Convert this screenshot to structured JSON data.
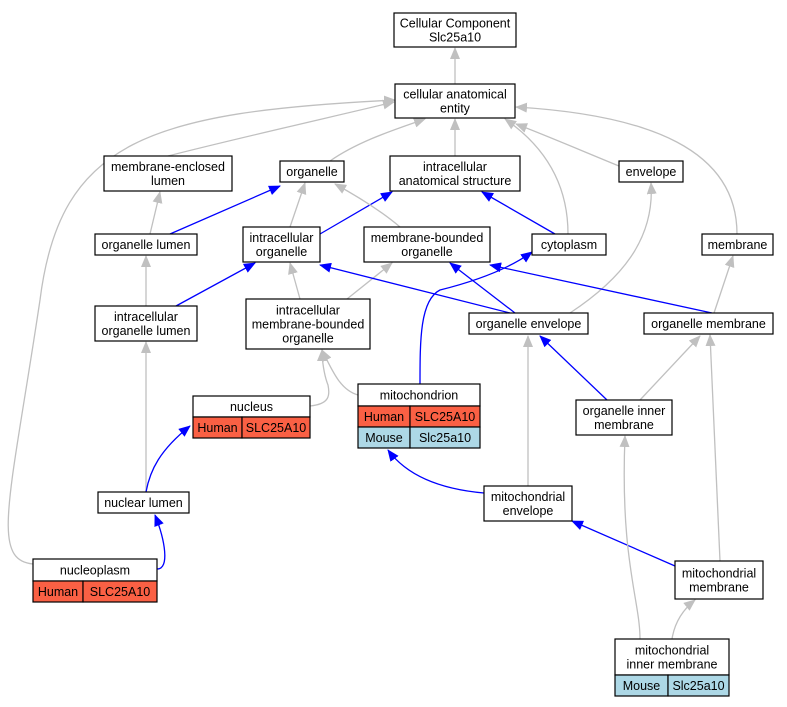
{
  "colors": {
    "is_a_edge": "#c0c0c0",
    "part_of_edge": "#0000ff",
    "human": "#fa6044",
    "mouse": "#add8e6"
  },
  "nodes": {
    "root": [
      "Cellular Component",
      "Slc25a10"
    ],
    "cae": [
      "cellular anatomical",
      "entity"
    ],
    "mel": [
      "membrane-enclosed",
      "lumen"
    ],
    "organelle": [
      "organelle"
    ],
    "ias": [
      "intracellular",
      "anatomical structure"
    ],
    "envelope": [
      "envelope"
    ],
    "ol": [
      "organelle lumen"
    ],
    "io": [
      "intracellular",
      "organelle"
    ],
    "mbo": [
      "membrane-bounded",
      "organelle"
    ],
    "cytoplasm": [
      "cytoplasm"
    ],
    "membrane": [
      "membrane"
    ],
    "iol": [
      "intracellular",
      "organelle lumen"
    ],
    "imbo": [
      "intracellular",
      "membrane-bounded",
      "organelle"
    ],
    "oe": [
      "organelle envelope"
    ],
    "om": [
      "organelle membrane"
    ],
    "nucleus": [
      "nucleus"
    ],
    "mito": [
      "mitochondrion"
    ],
    "oim": [
      "organelle inner",
      "membrane"
    ],
    "nl": [
      "nuclear lumen"
    ],
    "me": [
      "mitochondrial",
      "envelope"
    ],
    "np": [
      "nucleoplasm"
    ],
    "mm": [
      "mitochondrial",
      "membrane"
    ],
    "mim": [
      "mitochondrial",
      "inner membrane"
    ]
  },
  "annotations": {
    "nucleus": [
      {
        "species": "Human",
        "gene": "SLC25A10"
      }
    ],
    "mito": [
      {
        "species": "Human",
        "gene": "SLC25A10"
      },
      {
        "species": "Mouse",
        "gene": "Slc25a10"
      }
    ],
    "np": [
      {
        "species": "Human",
        "gene": "SLC25A10"
      }
    ],
    "mim": [
      {
        "species": "Mouse",
        "gene": "Slc25a10"
      }
    ]
  },
  "edges": [
    {
      "from": "cae",
      "to": "root",
      "type": "is_a"
    },
    {
      "from": "mel",
      "to": "cae",
      "type": "is_a"
    },
    {
      "from": "organelle",
      "to": "cae",
      "type": "is_a"
    },
    {
      "from": "ias",
      "to": "cae",
      "type": "is_a"
    },
    {
      "from": "envelope",
      "to": "cae",
      "type": "is_a"
    },
    {
      "from": "cytoplasm",
      "to": "cae",
      "type": "is_a"
    },
    {
      "from": "membrane",
      "to": "cae",
      "type": "is_a"
    },
    {
      "from": "np",
      "to": "cae",
      "type": "is_a"
    },
    {
      "from": "ol",
      "to": "mel",
      "type": "is_a"
    },
    {
      "from": "ol",
      "to": "organelle",
      "type": "part_of"
    },
    {
      "from": "io",
      "to": "organelle",
      "type": "is_a"
    },
    {
      "from": "io",
      "to": "ias",
      "type": "part_of"
    },
    {
      "from": "mbo",
      "to": "organelle",
      "type": "is_a"
    },
    {
      "from": "cytoplasm",
      "to": "ias",
      "type": "part_of"
    },
    {
      "from": "iol",
      "to": "ol",
      "type": "is_a"
    },
    {
      "from": "iol",
      "to": "io",
      "type": "part_of"
    },
    {
      "from": "imbo",
      "to": "io",
      "type": "is_a"
    },
    {
      "from": "imbo",
      "to": "mbo",
      "type": "is_a"
    },
    {
      "from": "oe",
      "to": "io",
      "type": "part_of"
    },
    {
      "from": "oe",
      "to": "mbo",
      "type": "part_of"
    },
    {
      "from": "oe",
      "to": "envelope",
      "type": "is_a"
    },
    {
      "from": "om",
      "to": "mbo",
      "type": "part_of"
    },
    {
      "from": "om",
      "to": "membrane",
      "type": "is_a"
    },
    {
      "from": "nucleus",
      "to": "imbo",
      "type": "is_a"
    },
    {
      "from": "mito",
      "to": "imbo",
      "type": "is_a"
    },
    {
      "from": "mito",
      "to": "cytoplasm",
      "type": "part_of"
    },
    {
      "from": "oim",
      "to": "oe",
      "type": "part_of"
    },
    {
      "from": "oim",
      "to": "om",
      "type": "is_a"
    },
    {
      "from": "nl",
      "to": "iol",
      "type": "is_a"
    },
    {
      "from": "nl",
      "to": "nucleus",
      "type": "part_of"
    },
    {
      "from": "me",
      "to": "mito",
      "type": "part_of"
    },
    {
      "from": "me",
      "to": "oe",
      "type": "is_a"
    },
    {
      "from": "np",
      "to": "nl",
      "type": "part_of"
    },
    {
      "from": "mm",
      "to": "me",
      "type": "part_of"
    },
    {
      "from": "mm",
      "to": "om",
      "type": "is_a"
    },
    {
      "from": "mim",
      "to": "mm",
      "type": "is_a"
    },
    {
      "from": "mim",
      "to": "oim",
      "type": "is_a"
    }
  ]
}
